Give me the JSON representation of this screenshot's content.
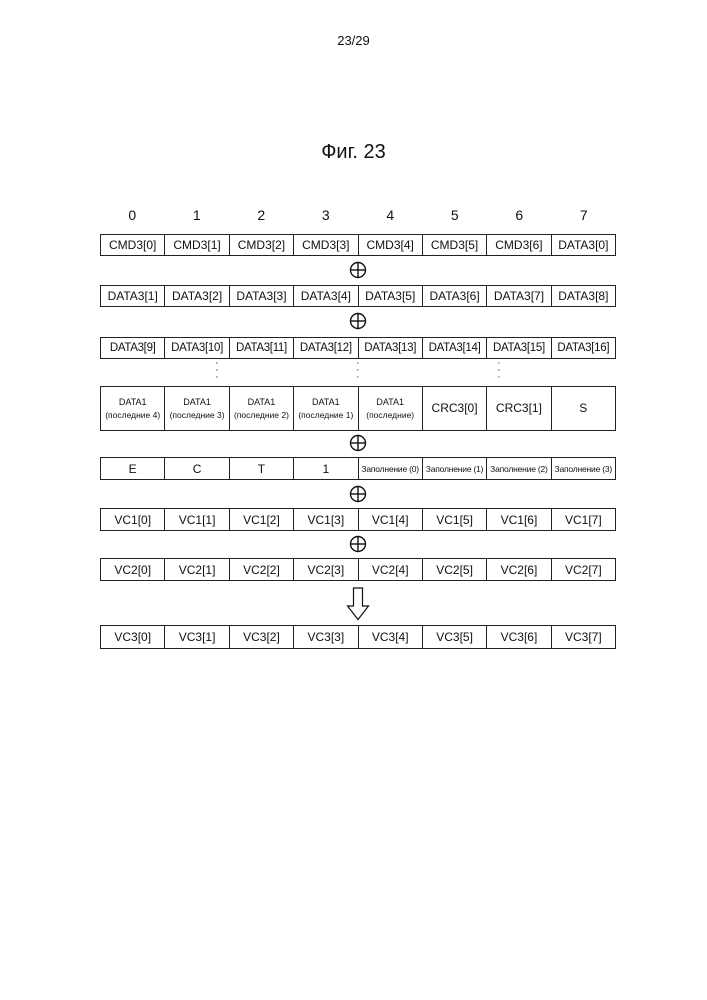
{
  "page_number": "23/29",
  "figure_title": "Фиг. 23",
  "column_headers": [
    "0",
    "1",
    "2",
    "3",
    "4",
    "5",
    "6",
    "7"
  ],
  "rows": {
    "cmd": [
      "CMD3[0]",
      "CMD3[1]",
      "CMD3[2]",
      "CMD3[3]",
      "CMD3[4]",
      "CMD3[5]",
      "CMD3[6]",
      "DATA3[0]"
    ],
    "data_a": [
      "DATA3[1]",
      "DATA3[2]",
      "DATA3[3]",
      "DATA3[4]",
      "DATA3[5]",
      "DATA3[6]",
      "DATA3[7]",
      "DATA3[8]"
    ],
    "data_b": [
      "DATA3[9]",
      "DATA3[10]",
      "DATA3[11]",
      "DATA3[12]",
      "DATA3[13]",
      "DATA3[14]",
      "DATA3[15]",
      "DATA3[16]"
    ],
    "tail": [
      {
        "main": "DATA1",
        "sub": "(последние 4)"
      },
      {
        "main": "DATA1",
        "sub": "(последние 3)"
      },
      {
        "main": "DATA1",
        "sub": "(последние 2)"
      },
      {
        "main": "DATA1",
        "sub": "(последние 1)"
      },
      {
        "main": "DATA1",
        "sub": "(последние)"
      },
      {
        "main": "CRC3[0]",
        "sub": ""
      },
      {
        "main": "CRC3[1]",
        "sub": ""
      },
      {
        "main": "S",
        "sub": ""
      }
    ],
    "ectp": [
      "E",
      "C",
      "T",
      "1",
      "Заполнение (0)",
      "Заполнение (1)",
      "Заполнение (2)",
      "Заполнение (3)"
    ],
    "vc1": [
      "VC1[0]",
      "VC1[1]",
      "VC1[2]",
      "VC1[3]",
      "VC1[4]",
      "VC1[5]",
      "VC1[6]",
      "VC1[7]"
    ],
    "vc2": [
      "VC2[0]",
      "VC2[1]",
      "VC2[2]",
      "VC2[3]",
      "VC2[4]",
      "VC2[5]",
      "VC2[6]",
      "VC2[7]"
    ],
    "vc3": [
      "VC3[0]",
      "VC3[1]",
      "VC3[2]",
      "VC3[3]",
      "VC3[4]",
      "VC3[5]",
      "VC3[6]",
      "VC3[7]"
    ]
  },
  "symbols": {
    "xor": "xor-circle-plus-icon",
    "ellipsis": "vertical-ellipsis-icon",
    "result_arrow": "down-arrow-icon"
  }
}
